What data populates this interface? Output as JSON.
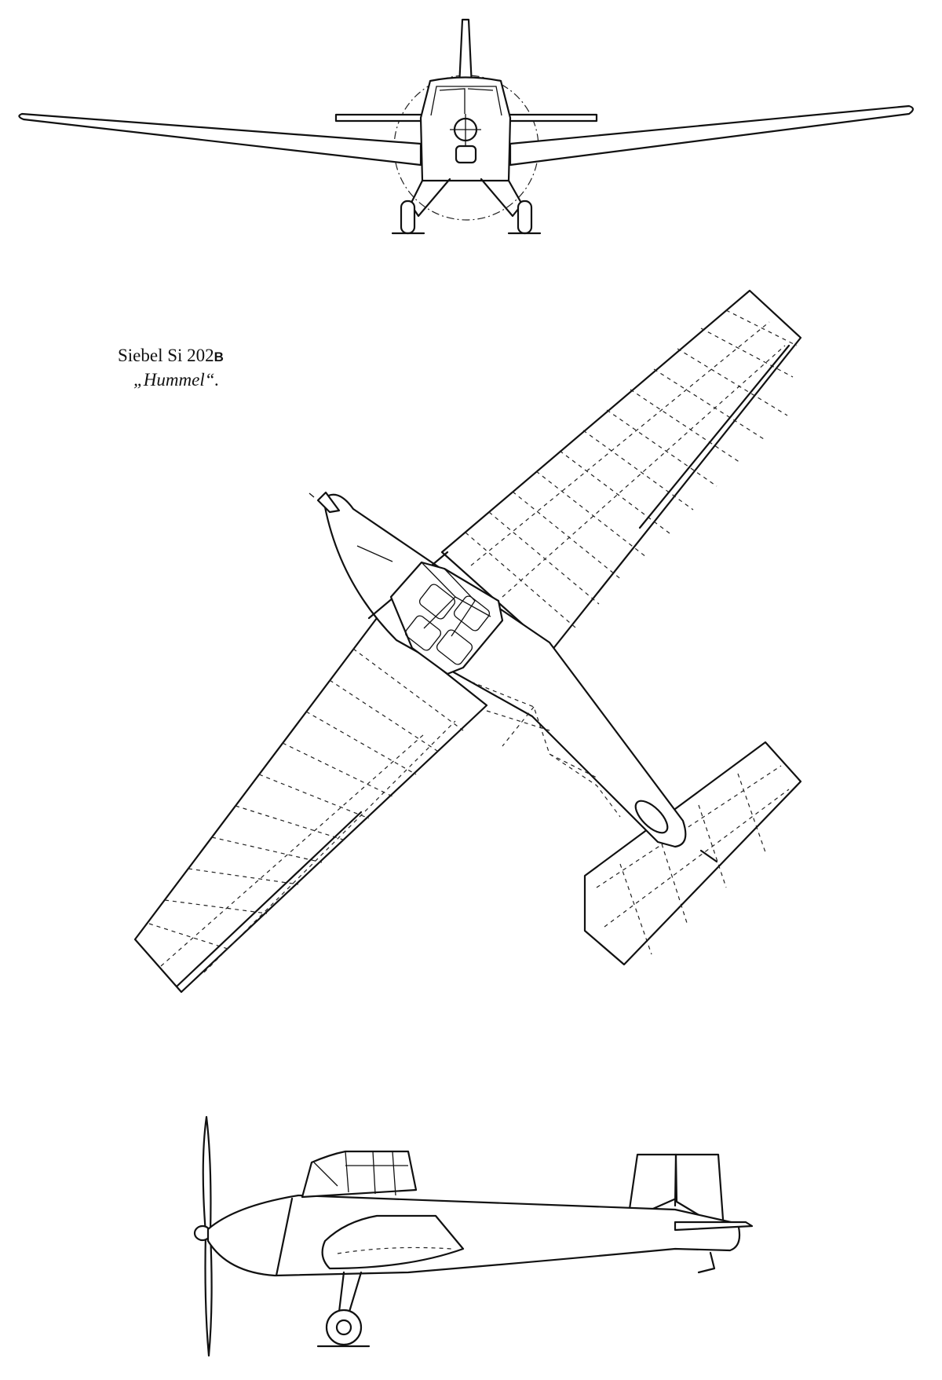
{
  "caption": {
    "line1": "Siebel Si 202",
    "line1_suffix": "B",
    "line2": "„Hummel“."
  },
  "colors": {
    "ink": "#111111",
    "paper": "#ffffff"
  }
}
